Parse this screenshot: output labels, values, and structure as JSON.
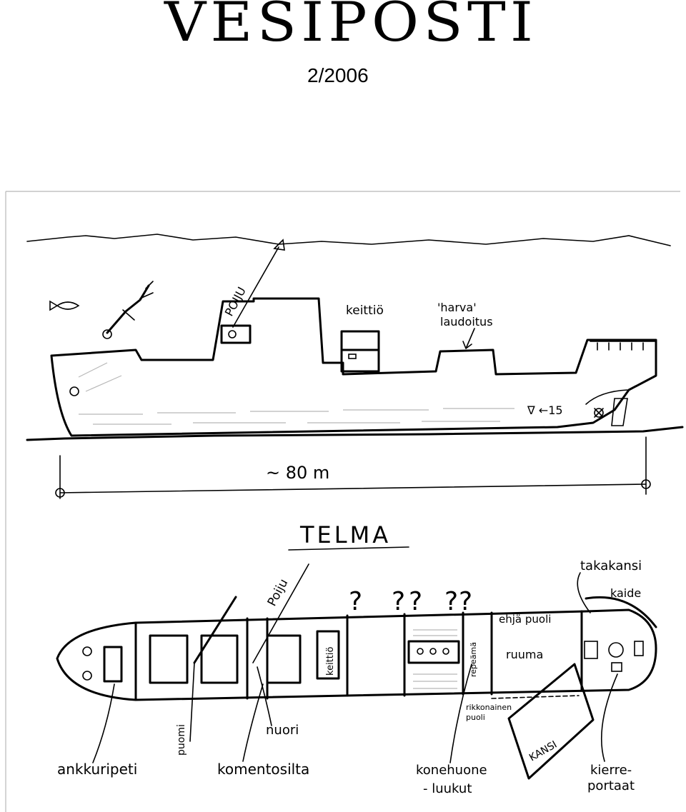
{
  "masthead": {
    "title": "VESIPOSTI",
    "issue": "2/2006"
  },
  "drawing": {
    "side_view": {
      "labels": {
        "poiju": "POIJU",
        "keittio": "keittiö",
        "harva": "'harva'",
        "laudoitus": "laudoitus",
        "depth_mark": "∇ ←15",
        "length": "~ 80 m"
      }
    },
    "ship_name": "TELMA",
    "plan_view": {
      "labels": {
        "poiju": "Poiju",
        "keittio": "keittiö",
        "repeama": "repeämä",
        "ehja_puoli": "ehjä puoli",
        "ruuma": "ruuma",
        "takakansi": "takakansi",
        "kaide": "kaide",
        "rikkonainen": "rikkonainen",
        "puoli": "puoli",
        "kansi": "KANSI",
        "ankkuripeti": "ankkuripeti",
        "puomi": "puomi",
        "komentosilta": "komentosilta",
        "nuori": "nuori",
        "konehuone": "konehuone",
        "luukut": "- luukut",
        "kierre": "kierre-",
        "portaat": "portaat"
      }
    }
  }
}
